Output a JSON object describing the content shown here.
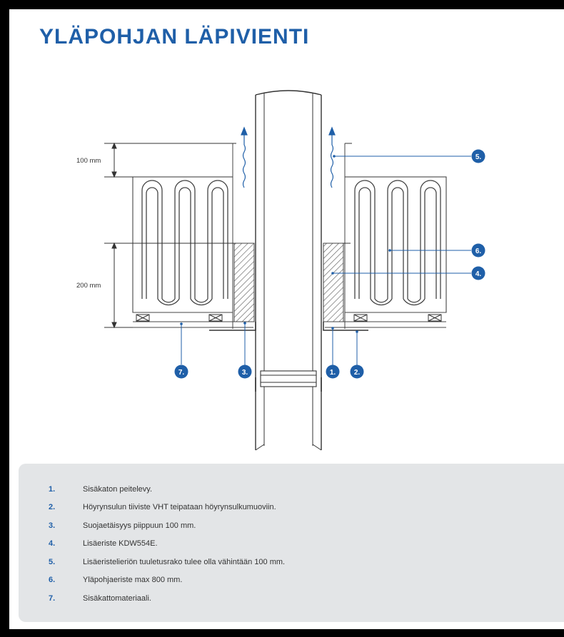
{
  "title": "YLÄPOHJAN LÄPIVIENTI",
  "colors": {
    "accent": "#1f5fa8",
    "panel": "#e3e5e7",
    "line": "#333333"
  },
  "dimensions": [
    {
      "id": "dim-100",
      "label": "100 mm"
    },
    {
      "id": "dim-200",
      "label": "200 mm"
    }
  ],
  "callouts": [
    {
      "num": "1."
    },
    {
      "num": "2."
    },
    {
      "num": "3."
    },
    {
      "num": "4."
    },
    {
      "num": "5."
    },
    {
      "num": "6."
    },
    {
      "num": "7."
    }
  ],
  "legend": [
    {
      "num": "1.",
      "text": "Sisäkaton peitelevy."
    },
    {
      "num": "2.",
      "text": "Höyrynsulun tiiviste VHT teipataan höyrynsulkumuoviin."
    },
    {
      "num": "3.",
      "text": "Suojaetäisyys piippuun 100 mm."
    },
    {
      "num": "4.",
      "text": "Lisäeriste KDW554E."
    },
    {
      "num": "5.",
      "text": "Lisäeristelieriön tuuletusrako tulee olla vähintään 100 mm."
    },
    {
      "num": "6.",
      "text": "Yläpohjaeriste max 800 mm."
    },
    {
      "num": "7.",
      "text": "Sisäkattomateriaali."
    }
  ]
}
